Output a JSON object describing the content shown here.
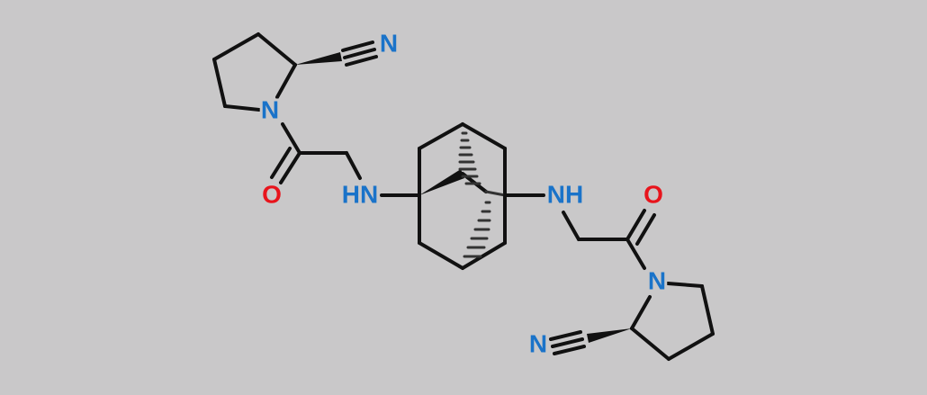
{
  "colors": {
    "background": "#c9c8c9",
    "bond": "#111111",
    "nitrogen": "#1a73c9",
    "oxygen": "#e8141c"
  },
  "atoms": {
    "n_nitrile_top": "N",
    "n_ring_top": "N",
    "o_carbonyl_top": "O",
    "nh_left": "HN",
    "nh_right": "NH",
    "o_carbonyl_bottom": "O",
    "n_ring_bottom": "N",
    "n_nitrile_bottom": "N"
  }
}
